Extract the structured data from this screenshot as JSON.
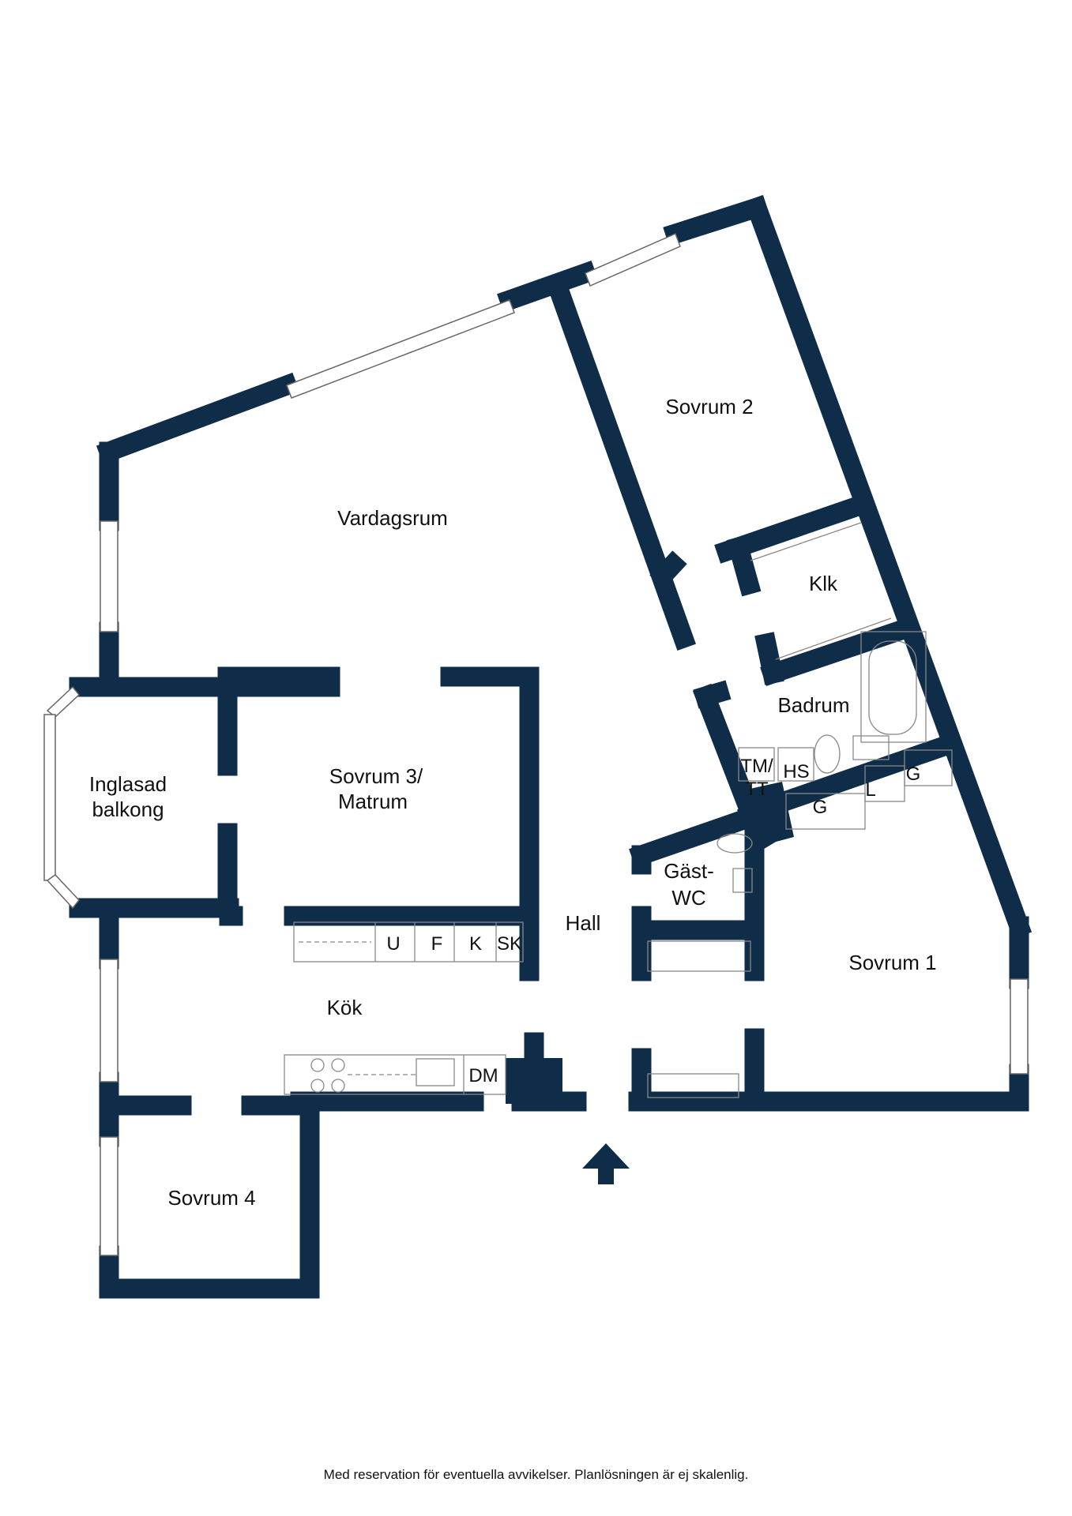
{
  "colors": {
    "wall": "#0f2d48",
    "fixture": "#888888",
    "background": "#ffffff"
  },
  "rooms": {
    "sovrum2": "Sovrum 2",
    "vardagsrum": "Vardagsrum",
    "klk": "Klk",
    "badrum": "Badrum",
    "tm": "TM/",
    "tt": "TT",
    "hs": "HS",
    "g1": "G",
    "l": "L",
    "g2": "G",
    "balkong1": "Inglasad",
    "balkong2": "balkong",
    "sovrum3a": "Sovrum 3/",
    "sovrum3b": "Matrum",
    "gast1": "Gäst-",
    "gast2": "WC",
    "hall": "Hall",
    "sovrum1": "Sovrum 1",
    "u": "U",
    "f": "F",
    "k": "K",
    "sk": "SK",
    "kok": "Kök",
    "dm": "DM",
    "sovrum4": "Sovrum 4"
  },
  "entrance_icon": "entrance-arrow-icon",
  "disclaimer": "Med reservation för eventuella avvikelser. Planlösningen är ej skalenlig."
}
